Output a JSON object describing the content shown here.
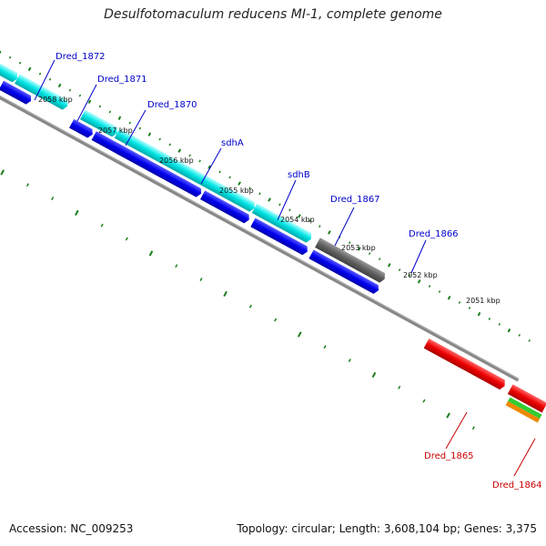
{
  "title": "Desulfotomaculum reducens MI-1, complete genome",
  "footer": {
    "accession": "Accession: NC_009253",
    "summary": "Topology: circular; Length: 3,608,104 bp; Genes: 3,375"
  },
  "scale_labels": [
    "2058 kbp",
    "2057 kbp",
    "2056 kbp",
    "2055 kbp",
    "2054 kbp",
    "2053 kbp",
    "2052 kbp",
    "2051 kbp"
  ],
  "gene_labels": {
    "Dred_1872": "Dred_1872",
    "Dred_1871": "Dred_1871",
    "Dred_1870": "Dred_1870",
    "sdhA": "sdhA",
    "sdhB": "sdhB",
    "Dred_1867": "Dred_1867",
    "Dred_1866": "Dred_1866",
    "Dred_1865": "Dred_1865",
    "Dred_1864": "Dred_1864"
  },
  "colors": {
    "cds_forward": "#00e5e5",
    "cds_reverse": "#0000ee",
    "other": "#606060",
    "rRNA": "#ee0000",
    "tick": "#1a7f1a",
    "backbone": "#888888",
    "label_blue": "#0000cc",
    "label_red": "#cc0000"
  }
}
